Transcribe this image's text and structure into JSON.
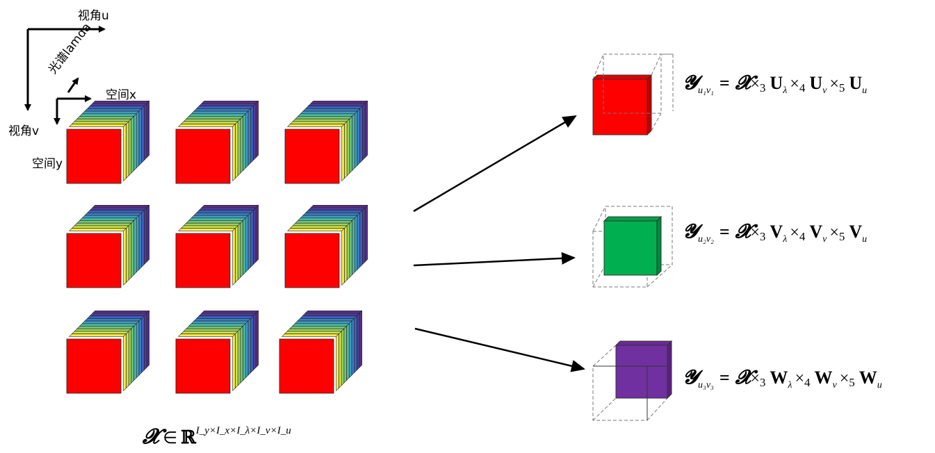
{
  "axes": {
    "view_u": "视角u",
    "view_v": "视角v",
    "spectral": "光谱lamda",
    "space_x": "空间x",
    "space_y": "空间y"
  },
  "colors": {
    "front_face": "#ff0000",
    "green_face": "#00b050",
    "purple_face": "#7030a0",
    "spectral_bands": [
      "#f4e94a",
      "#d6e24a",
      "#9fd35a",
      "#6fc67a",
      "#4fb6a0",
      "#3e9fc0",
      "#3a80c8",
      "#3f5fb8",
      "#4a3f9a",
      "#5a2f88"
    ]
  },
  "grid": {
    "rows": 3,
    "cols": 3
  },
  "equations": [
    {
      "lhs": "𝓨",
      "sub": "u₁v₁",
      "eq": "=",
      "x": "𝓧",
      "t3": "×",
      "n3": "3",
      "m1": "U",
      "s1": "λ",
      "t4": "×",
      "n4": "4",
      "m2": "U",
      "s2": "v",
      "t5": "×",
      "n5": "5",
      "m3": "U",
      "s3": "u"
    },
    {
      "lhs": "𝓨",
      "sub": "u₂v₂",
      "eq": "=",
      "x": "𝓧",
      "t3": "×",
      "n3": "3",
      "m1": "V",
      "s1": "λ",
      "t4": "×",
      "n4": "4",
      "m2": "V",
      "s2": "v",
      "t5": "×",
      "n5": "5",
      "m3": "V",
      "s3": "u"
    },
    {
      "lhs": "𝓨",
      "sub": "u₃v₃",
      "eq": "=",
      "x": "𝓧",
      "t3": "×",
      "n3": "3",
      "m1": "W",
      "s1": "λ",
      "t4": "×",
      "n4": "4",
      "m2": "W",
      "s2": "v",
      "t5": "×",
      "n5": "5",
      "m3": "W",
      "s3": "u"
    }
  ],
  "tensor_def": {
    "x": "𝓧",
    "in": "∈",
    "R": "ℝ",
    "dims": "I_y×I_x×I_λ×I_v×I_u"
  }
}
